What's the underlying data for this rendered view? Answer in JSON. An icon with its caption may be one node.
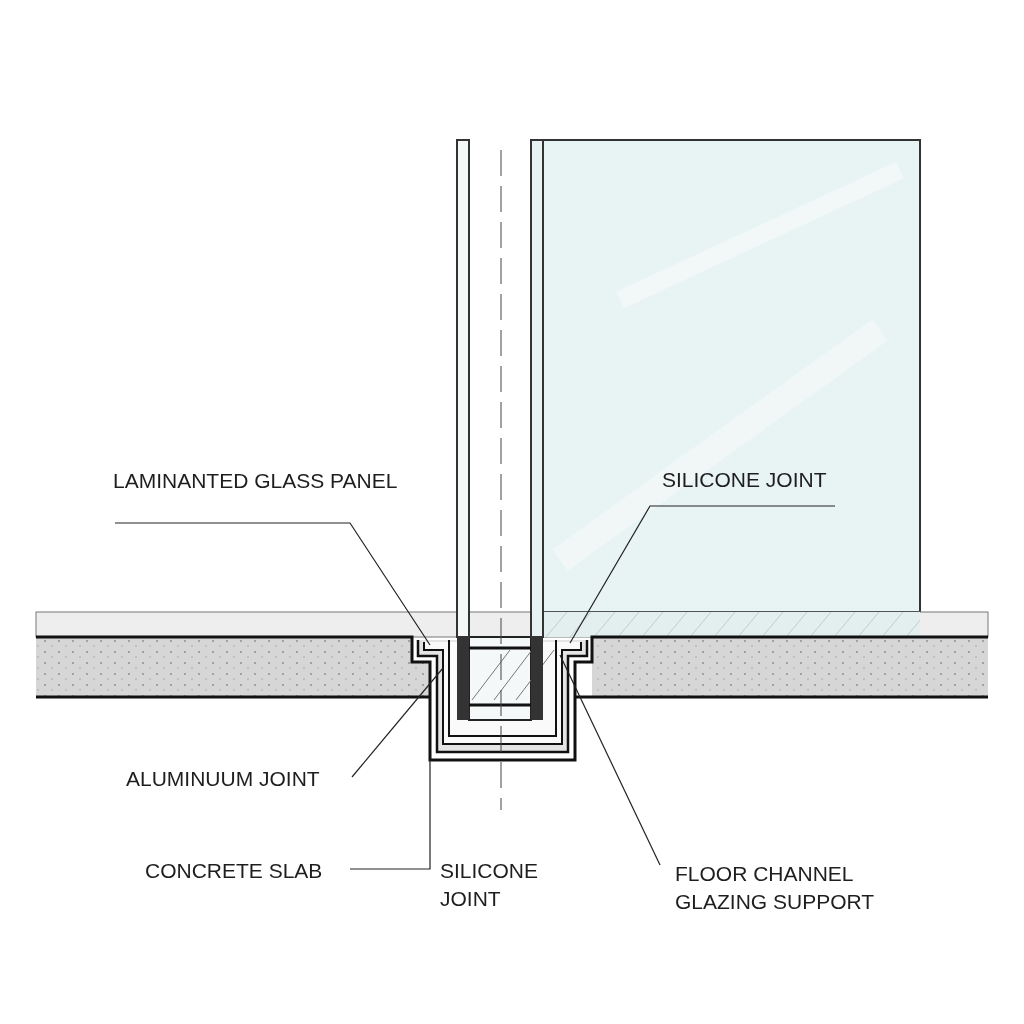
{
  "diagram": {
    "nodes": [
      {
        "text": [
          "LAMINANTED GLASS PANEL"
        ]
      },
      {
        "text": [
          "SILICONE JOINT"
        ]
      },
      {
        "text": [
          "ALUMINUUM JOINT"
        ]
      },
      {
        "text": [
          "CONCRETE SLAB"
        ]
      },
      {
        "text": [
          "FLOOR CHANNEL GLAZING SUPPORT"
        ]
      }
    ],
    "edges": [
      {
        "from": 0,
        "to": null,
        "arrow": "none"
      },
      {
        "from": 1,
        "to": null,
        "arrow": "none"
      },
      {
        "from": 2,
        "to": null,
        "arrow": "none"
      },
      {
        "from": 3,
        "to": null,
        "arrow": "none"
      },
      {
        "from": 4,
        "to": null,
        "arrow": "none"
      }
    ],
    "labels": [
      "SILICONE JOINT"
    ]
  }
}
